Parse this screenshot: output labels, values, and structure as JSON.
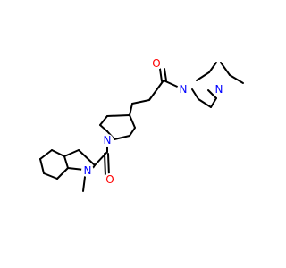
{
  "structure": {
    "colors": {
      "bond": "#000000",
      "nitrogen": "#0000ff",
      "oxygen": "#ff0000"
    },
    "atom_labels": {
      "o_top": "O",
      "n_piperazine_left": "N",
      "n_piperazine_right": "N",
      "n_piperidine": "N",
      "o_bottom": "O",
      "n_indole": "N"
    }
  }
}
